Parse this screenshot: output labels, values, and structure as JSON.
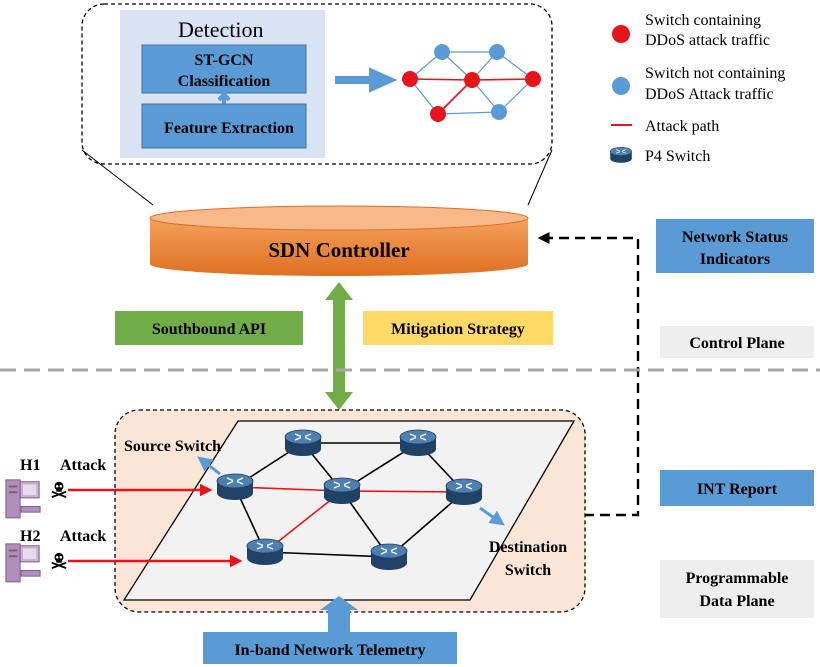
{
  "detection": {
    "title": "Detection",
    "stgcn_line1": "ST-GCN",
    "stgcn_line2": "Classification",
    "feature_extraction": "Feature Extraction"
  },
  "legend": {
    "red_line1": "Switch containing",
    "red_line2": "DDoS attack traffic",
    "blue_line1": "Switch not containing",
    "blue_line2": "DDoS Attack traffic",
    "attack_path": "Attack path",
    "p4_switch": "P4 Switch"
  },
  "controller": {
    "label": "SDN Controller"
  },
  "labels": {
    "southbound_api": "Southbound API",
    "mitigation_strategy": "Mitigation Strategy",
    "network_status_line1": "Network Status",
    "network_status_line2": "Indicators",
    "control_plane": "Control Plane",
    "int_report": "INT Report",
    "programmable_line1": "Programmable",
    "programmable_line2": "Data Plane",
    "inband_telemetry": "In-band Network Telemetry",
    "source_switch": "Source Switch",
    "destination_line1": "Destination",
    "destination_line2": "Switch"
  },
  "hosts": [
    {
      "name": "H1",
      "action": "Attack"
    },
    {
      "name": "H2",
      "action": "Attack"
    }
  ],
  "colors": {
    "attack_red": "#e8141b",
    "benign_blue": "#5b9bd5",
    "controller_orange": "#ed7d31",
    "api_green": "#70ad47",
    "mitigation_yellow": "#ffd966",
    "status_blue": "#5b9bd5",
    "data_plane_bg": "#fbe5d6"
  }
}
